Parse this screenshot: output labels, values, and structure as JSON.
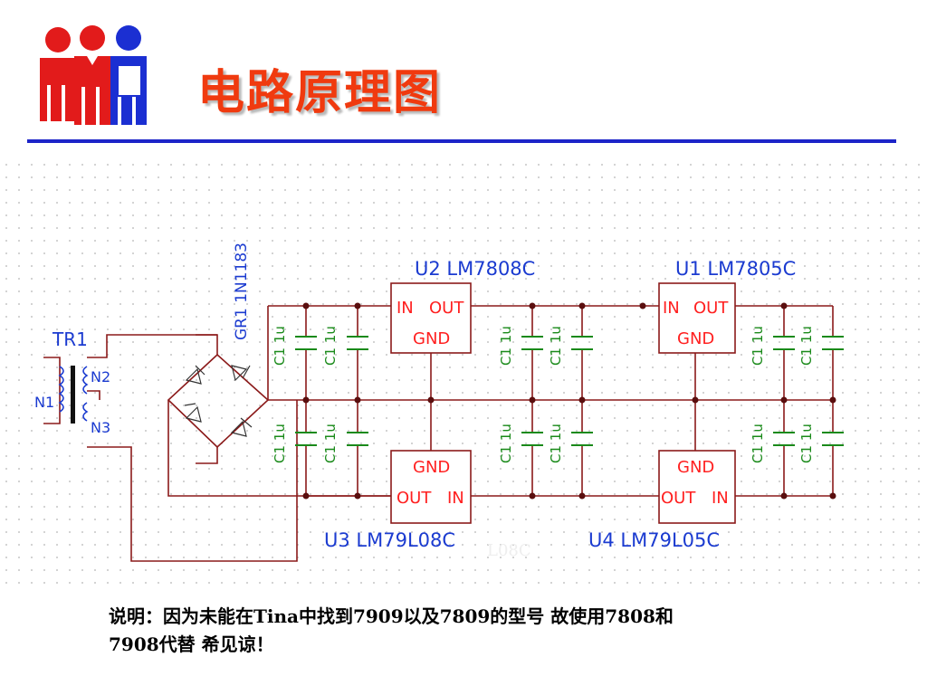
{
  "slide": {
    "title": "电路原理图",
    "note_line1": "说明：因为未能在Tina中找到7909以及7809的型号  故使用7808和",
    "note_line2": "7908代替  希见谅！"
  },
  "schematic": {
    "transformer_label": "TR1",
    "winding_n1": "N1",
    "winding_n2": "N2",
    "winding_n3": "N3",
    "bridge_label": "GR1 1N1183",
    "capacitor_label": "C1 1u",
    "u2_label": "U2 LM7808C",
    "u1_label": "U1 LM7805C",
    "u3_label": "U3 LM79L08C",
    "u4_label": "U4 LM79L05C",
    "ghost_label": "L08C",
    "pin_in": "IN",
    "pin_out": "OUT",
    "pin_gnd": "GND"
  },
  "colors": {
    "title": "#f03a0f",
    "rule": "#1c24c8",
    "wire": "#8b1a1a",
    "capacitor": "#1a8a1a",
    "label": "#1b3bd0",
    "pin_text": "#ff2020"
  },
  "icons": [
    "people-logo-icon"
  ]
}
